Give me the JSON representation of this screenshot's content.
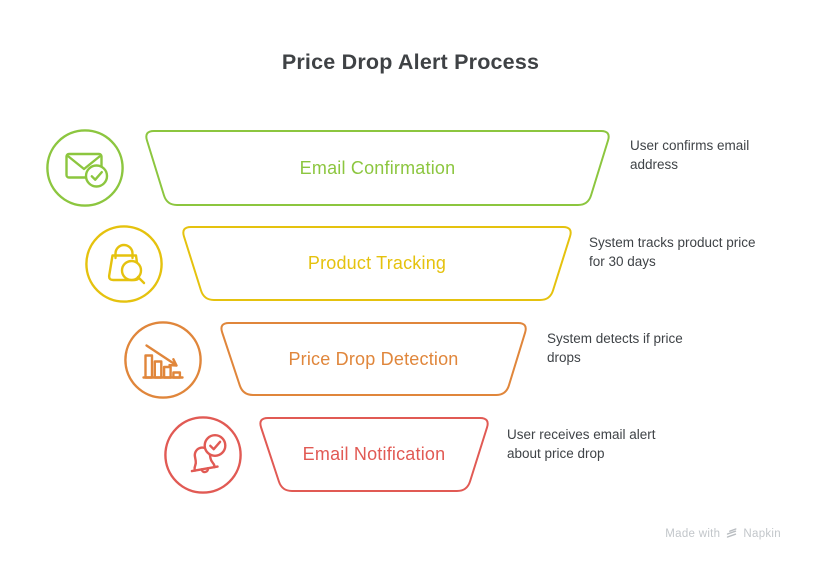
{
  "title": "Price Drop Alert Process",
  "stages": [
    {
      "label": "Email Confirmation",
      "description": "User confirms email address",
      "color": "#8CC63F",
      "icon": "envelope-check-icon"
    },
    {
      "label": "Product Tracking",
      "description": "System tracks product price for 30 days",
      "color": "#E5C20E",
      "icon": "bag-search-icon"
    },
    {
      "label": "Price Drop Detection",
      "description": "System detects if price drops",
      "color": "#E0863B",
      "icon": "declining-chart-icon"
    },
    {
      "label": "Email Notification",
      "description": "User receives email alert about price drop",
      "color": "#E15A54",
      "icon": "bell-check-icon"
    }
  ],
  "footer": {
    "made_with": "Made with",
    "brand": "Napkin"
  }
}
